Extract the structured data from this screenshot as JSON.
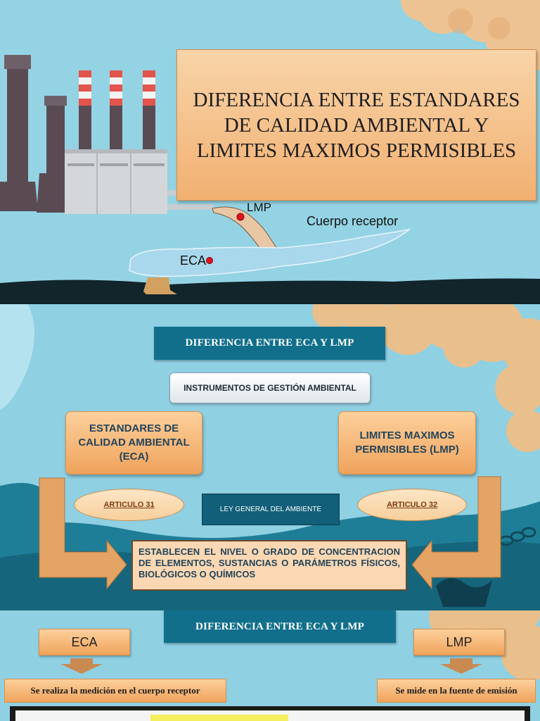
{
  "slide1": {
    "title": "DIFERENCIA ENTRE ESTANDARES DE CALIDAD AMBIENTAL Y LIMITES MAXIMOS PERMISIBLES",
    "label_lmp": "LMP",
    "label_receptor": "Cuerpo receptor",
    "label_eca": "ECA"
  },
  "slide2": {
    "banner": "DIFERENCIA ENTRE ECA Y LMP",
    "instrumentos": "INSTRUMENTOS DE GESTIÓN AMBIENTAL",
    "eca_box": "ESTANDARES DE CALIDAD AMBIENTAL (ECA)",
    "lmp_box": "LIMITES MAXIMOS PERMISIBLES (LMP)",
    "articulo_31": "ARTICULO 31",
    "articulo_32": "ARTICULO 32",
    "ley": "LEY GENERAL DEL AMBIENTE",
    "establecen": "ESTABLECEN EL NIVEL O GRADO DE CONCENTRACION DE ELEMENTOS, SUSTANCIAS O PARÁMETROS FÍSICOS, BIOLÓGICOS O QUÍMICOS"
  },
  "slide3": {
    "banner": "DIFERENCIA ENTRE ECA Y LMP",
    "eca": "ECA",
    "lmp": "LMP",
    "eca_desc": "Se realiza la medición en el cuerpo receptor",
    "lmp_desc": "Se mide en la fuente de emisión"
  },
  "colors": {
    "sky": "#94d3e4",
    "banner": "#116f8c",
    "orange": "#f0a35c",
    "dark_teal": "#115f78",
    "smoke": "#e9bf8c"
  }
}
